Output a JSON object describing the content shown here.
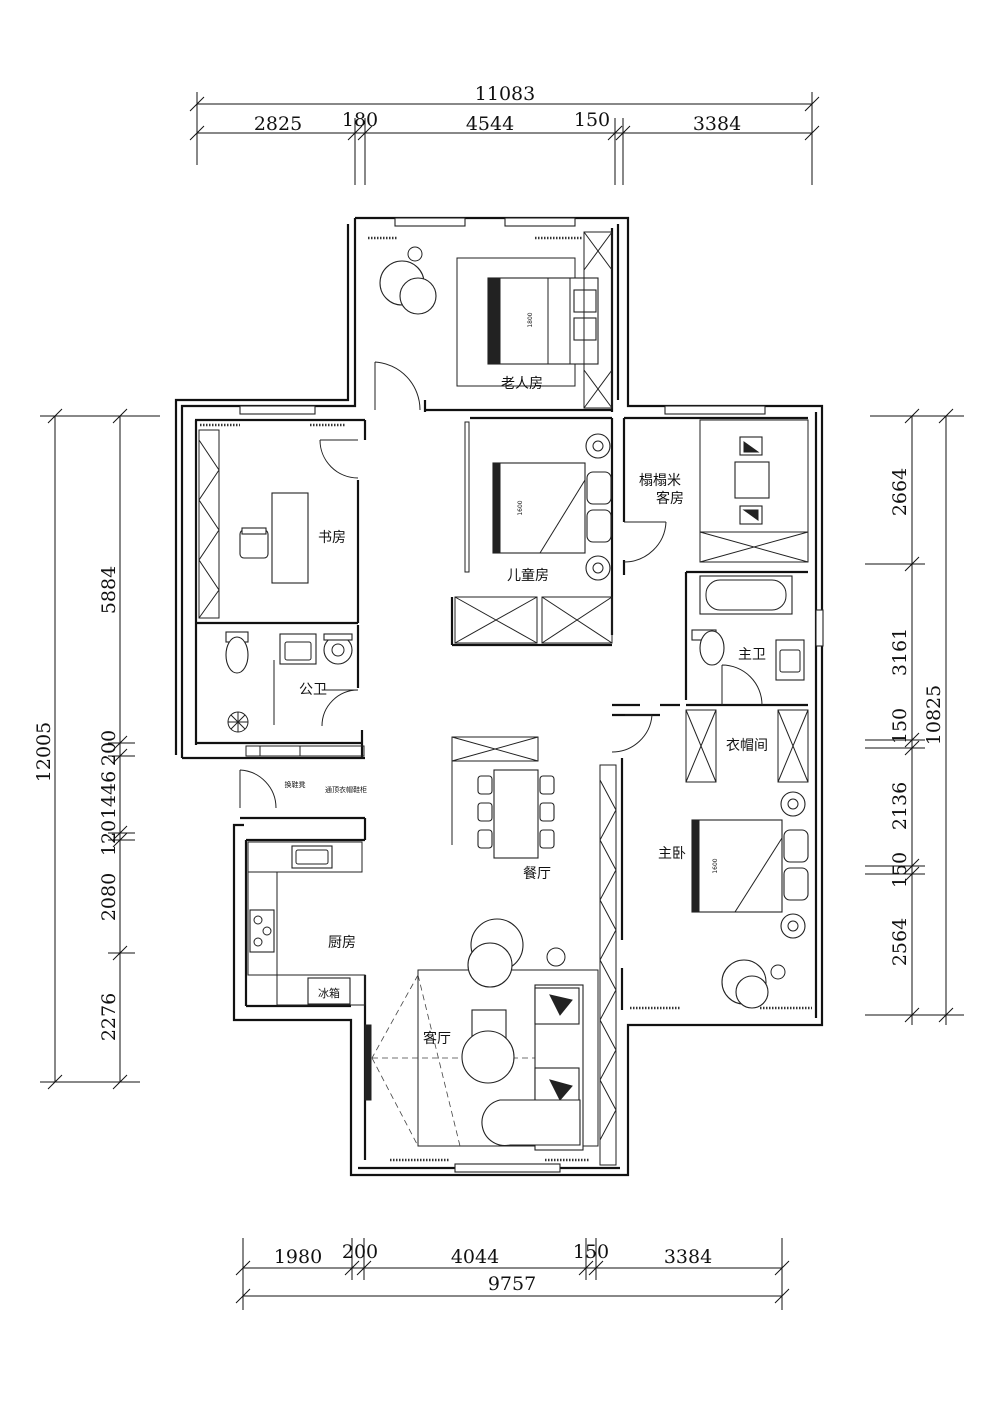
{
  "dimensions": {
    "top": {
      "total": "11083",
      "segments": [
        "2825",
        "180",
        "4544",
        "150",
        "3384"
      ]
    },
    "bottom": {
      "total": "9757",
      "segments": [
        "1980",
        "200",
        "4044",
        "150",
        "3384"
      ]
    },
    "left": {
      "total": "12005",
      "segments": [
        "5884",
        "200",
        "1446",
        "120",
        "2080",
        "2276"
      ]
    },
    "right": {
      "total": "10825",
      "segments": [
        "2664",
        "3161",
        "150",
        "2136",
        "150",
        "2564"
      ]
    }
  },
  "rooms": {
    "elderly_room": "老人房",
    "study": "书房",
    "children_room": "儿童房",
    "tatami_guest": "榻榻米",
    "guest_room": "客房",
    "public_bath": "公卫",
    "master_bath": "主卫",
    "cloakroom": "衣帽间",
    "dining_room": "餐厅",
    "master_bedroom": "主卧",
    "kitchen": "厨房",
    "living_room": "客厅"
  },
  "fixtures": {
    "fridge": "冰箱",
    "shoe_bench": "换鞋凳",
    "entry_cabinet": "通顶衣帽鞋柜",
    "bed_width": "1600",
    "elderly_bed_width": "1800"
  }
}
